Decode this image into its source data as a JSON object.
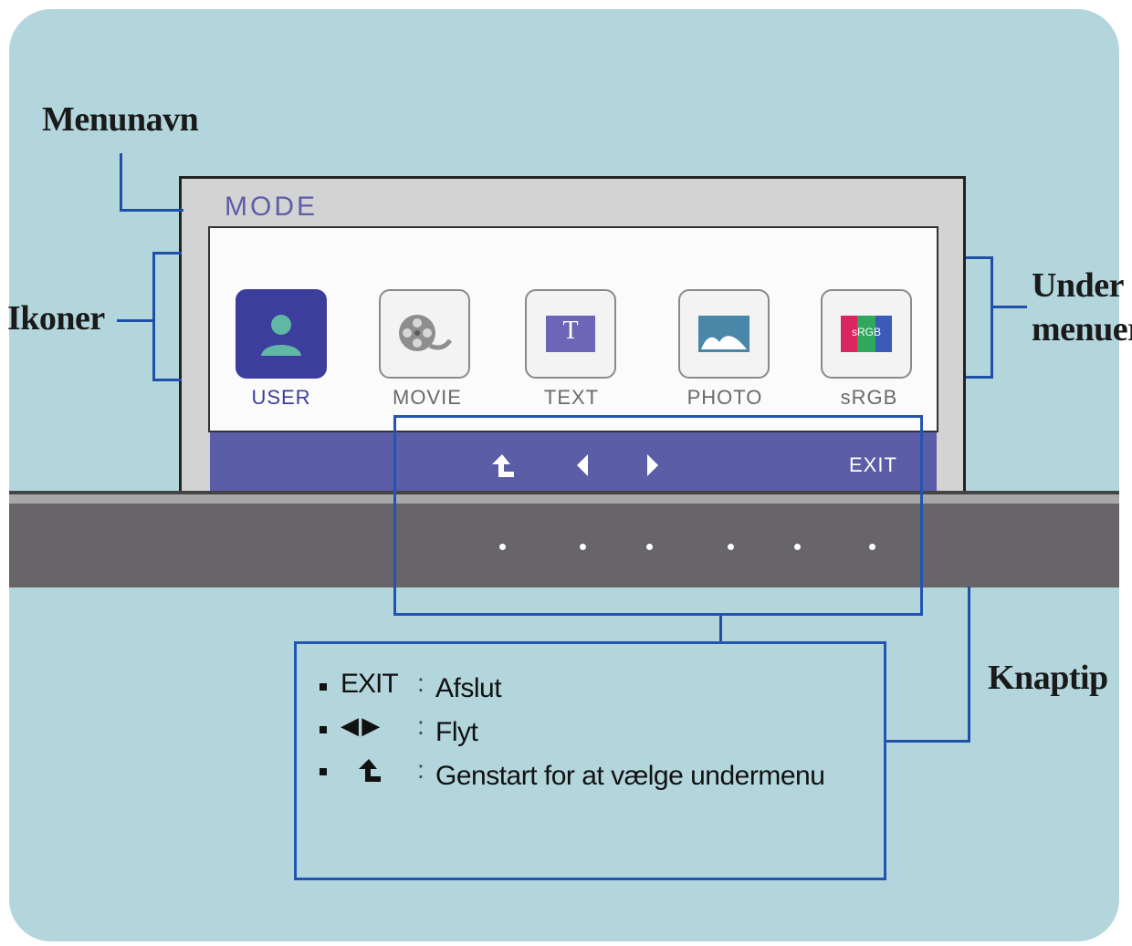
{
  "callouts": {
    "menu_name": "Menunavn",
    "icons": "Ikoner",
    "submenus_line1": "Under",
    "submenus_line2": "menuer",
    "button_tip": "Knaptip"
  },
  "osd": {
    "title": "MODE",
    "items": [
      {
        "label": "USER",
        "icon": "user-icon",
        "active": true
      },
      {
        "label": "MOVIE",
        "icon": "film-reel-icon",
        "active": false
      },
      {
        "label": "TEXT",
        "icon": "text-icon",
        "active": false
      },
      {
        "label": "PHOTO",
        "icon": "photo-icon",
        "active": false
      },
      {
        "label": "sRGB",
        "icon": "srgb-icon",
        "active": false
      }
    ],
    "text_icon_glyph": "T",
    "srgb_icon_text": "sRGB",
    "bar": {
      "restart_icon": "restart-arrow-icon",
      "left_icon": "arrow-left-icon",
      "right_icon": "arrow-right-icon",
      "exit_label": "EXIT"
    }
  },
  "monitor": {
    "button_count": 6
  },
  "tips": {
    "exit_key": "EXIT",
    "exit_desc": "Afslut",
    "move_key": "◀ ▶",
    "move_desc": "Flyt",
    "restart_icon": "restart-arrow-icon",
    "restart_desc": "Genstart for at vælge undermenu",
    "separator": ":"
  },
  "colors": {
    "background": "#b3d6dc",
    "osd_accent": "#5b5ea6",
    "active_icon": "#3d3d9e",
    "callout_lines": "#1f50a8",
    "bezel": "#67656a"
  }
}
